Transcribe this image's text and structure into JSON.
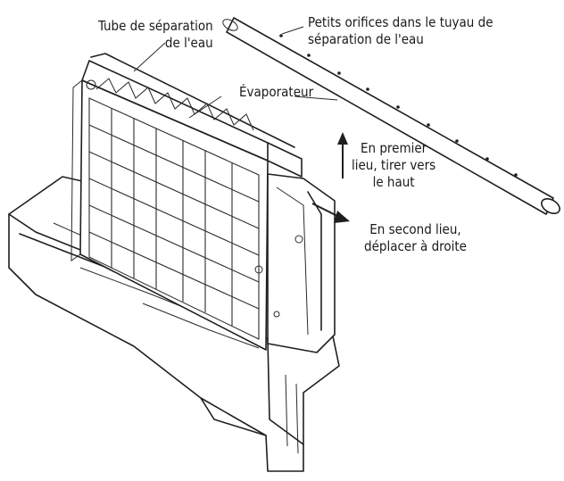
{
  "labels": {
    "tube": [
      "Tube de séparation",
      "de l'eau"
    ],
    "holes": [
      "Petits orifices dans le tuyau de",
      "séparation de l'eau"
    ],
    "evaporator": "Évaporateur",
    "step1": [
      "En premier",
      "lieu, tirer vers",
      "le haut"
    ],
    "step2": [
      "En second lieu,",
      "déplacer à droite"
    ]
  },
  "colors": {
    "ink": "#1f1f1f",
    "background": "#ffffff"
  }
}
